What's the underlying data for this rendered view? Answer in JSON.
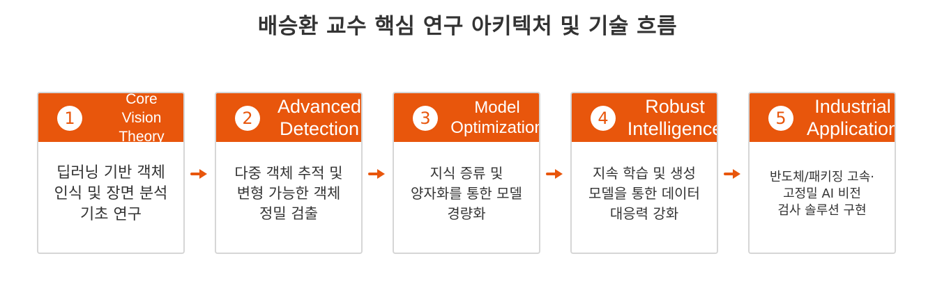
{
  "title": "배승환 교수 핵심 연구 아키텍처 및 기술 흐름",
  "colors": {
    "accent": "#e8560c",
    "card_border": "#d6d6d6",
    "text": "#333333"
  },
  "steps": [
    {
      "number": "1",
      "title": "Core\nVision\nTheory",
      "description": "딥러닝 기반 객체\n인식 및 장면 분석\n기초 연구"
    },
    {
      "number": "2",
      "title": "Advanced\nDetection",
      "description": "다중 객체 추적 및\n변형 가능한 객체\n정밀 검출"
    },
    {
      "number": "3",
      "title": "Model\nOptimization",
      "description": "지식 증류 및\n양자화를 통한 모델\n경량화"
    },
    {
      "number": "4",
      "title": "Robust\nIntelligence",
      "description": "지속 학습 및 생성\n모델을 통한 데이터\n대응력 강화"
    },
    {
      "number": "5",
      "title": "Industrial\nApplication",
      "description": "반도체/패키징 고속·\n고정밀 AI 비전\n검사 솔루션 구현"
    }
  ],
  "arrow_icon": "arrow-right-icon"
}
